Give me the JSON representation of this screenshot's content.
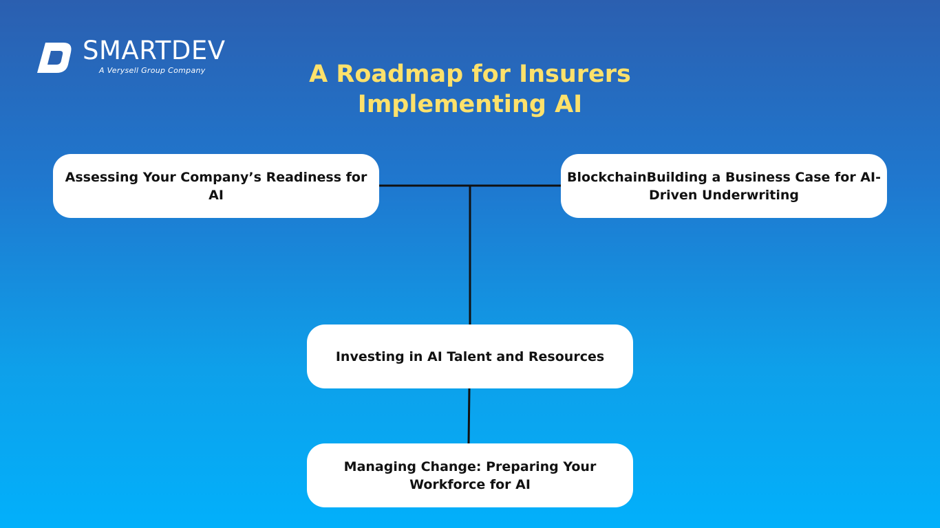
{
  "logo": {
    "name": "SMARTDEV",
    "tagline": "A Verysell Group Company"
  },
  "title": "A Roadmap for Insurers Implementing AI",
  "steps": [
    {
      "label": "Assessing Your Company’s Readiness for AI"
    },
    {
      "label": "BlockchainBuilding a Business Case for AI-Driven Underwriting"
    },
    {
      "label": "Investing in AI Talent and Resources"
    },
    {
      "label": "Managing Change: Preparing Your Workforce for AI"
    }
  ],
  "colors": {
    "title": "#fde16b",
    "box_background": "#ffffff",
    "connector": "#111111",
    "background_top": "#2b5fb0",
    "background_bottom": "#02b0fb"
  }
}
